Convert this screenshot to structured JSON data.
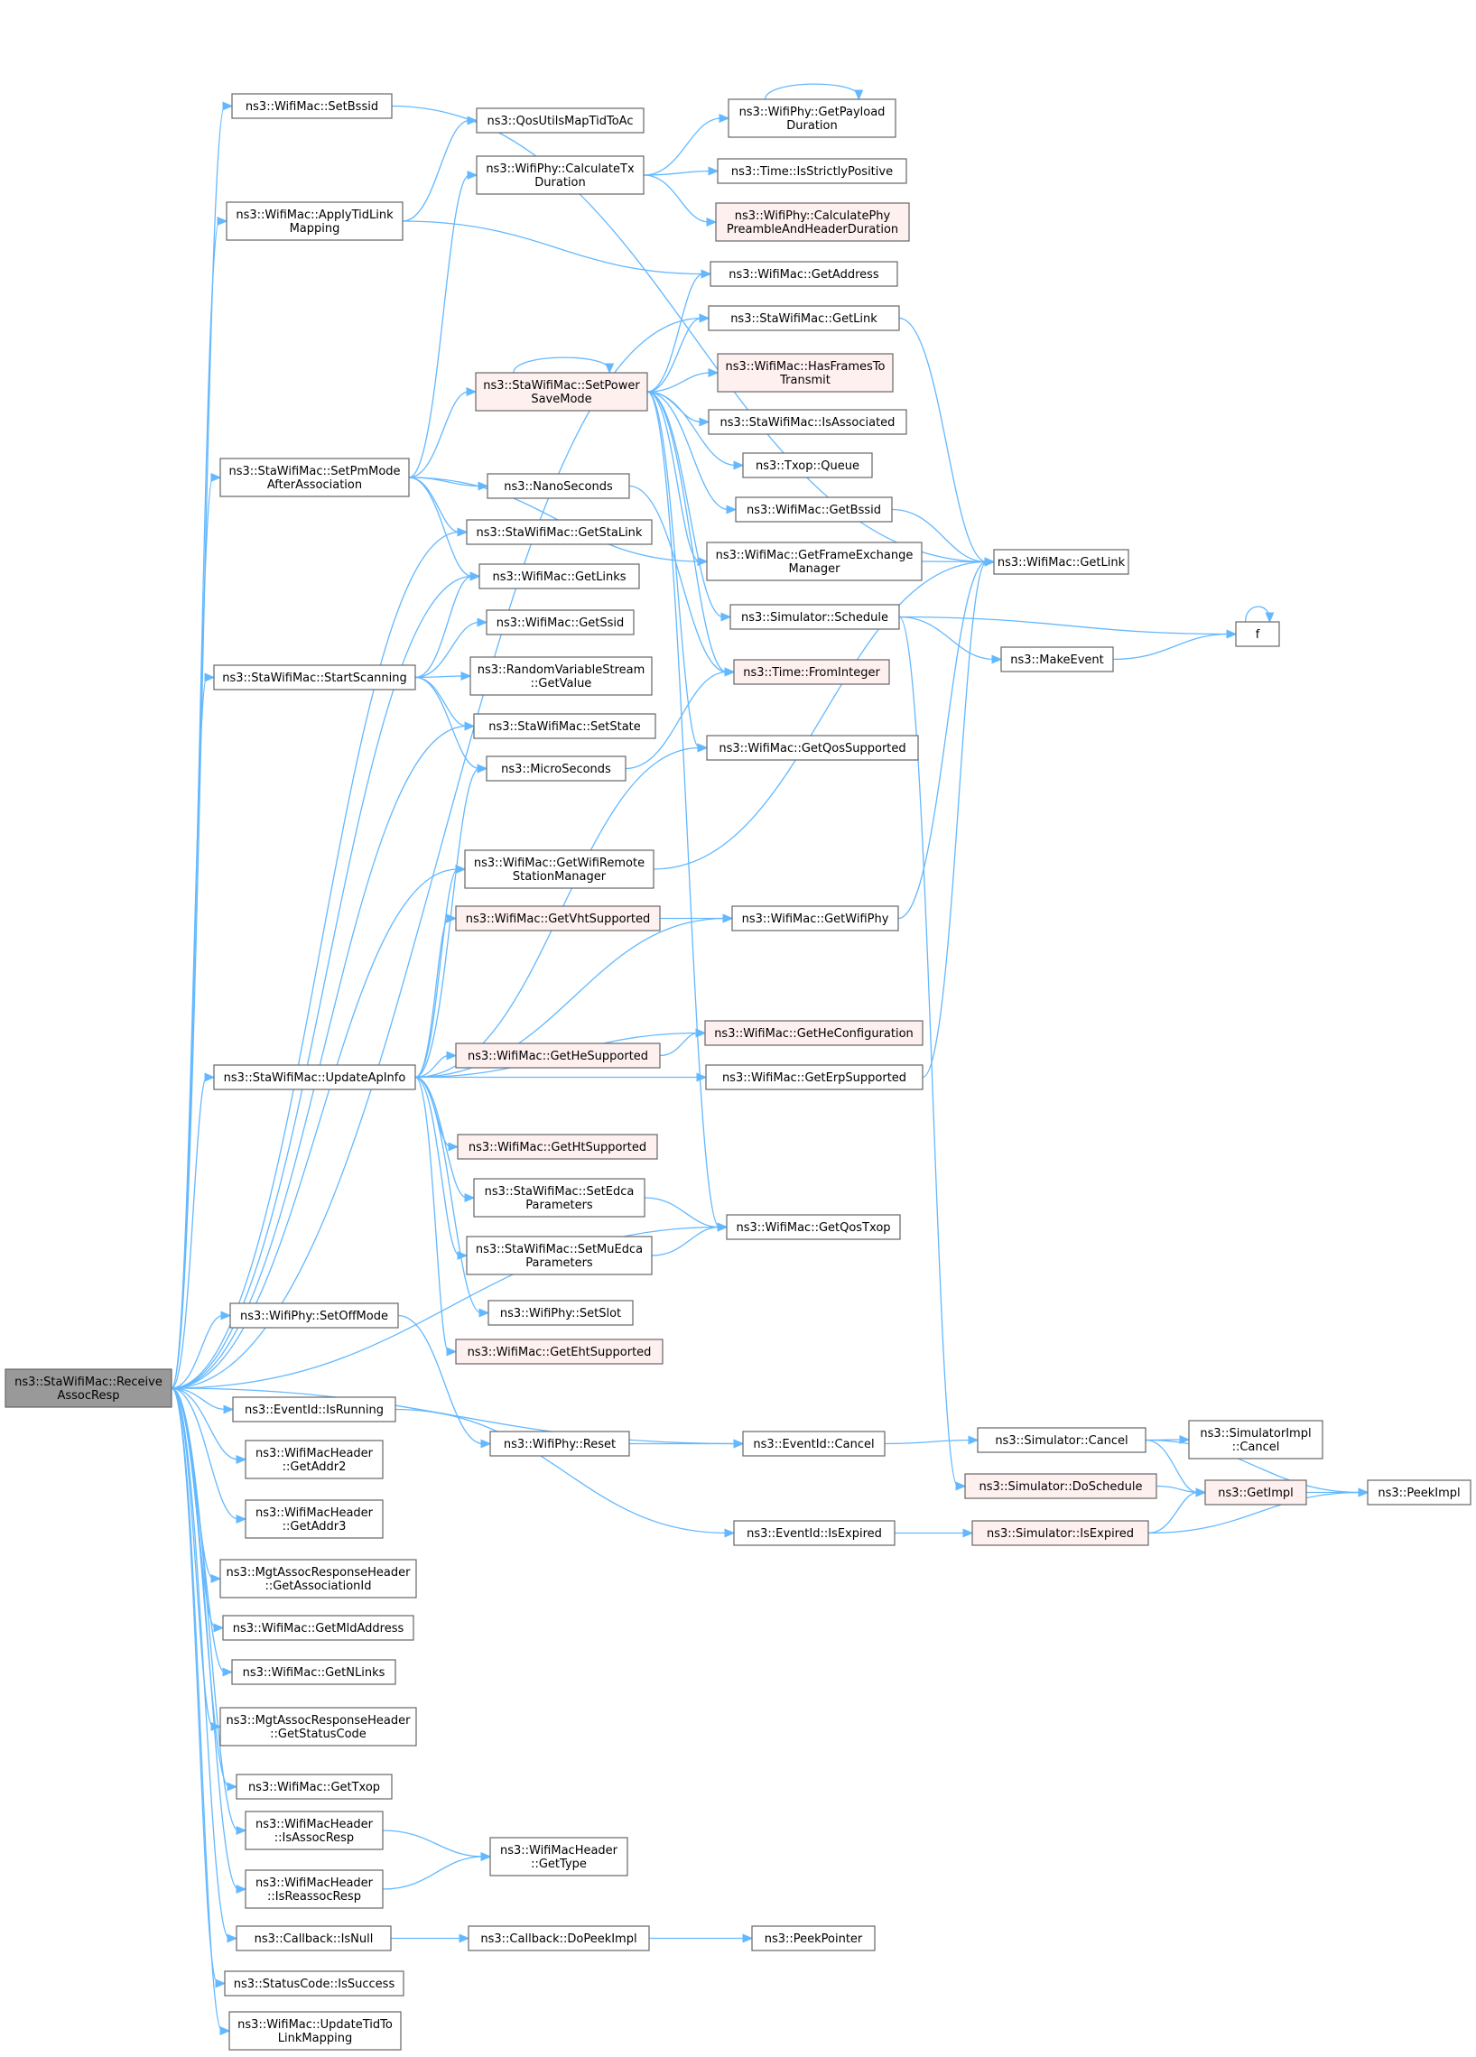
{
  "graph": {
    "colors": {
      "node_fill": "#ffffff",
      "node_border": "#666666",
      "root_fill": "#999999",
      "root_border": "#666666",
      "highlight_border": "#ff0000",
      "highlight_fill": "#fff0f0",
      "edge": "#63b8ff"
    },
    "nodes": [
      {
        "id": "root",
        "lines": [
          "ns3::StaWifiMac::Receive",
          "AssocResp"
        ],
        "style": "root"
      },
      {
        "id": "n_setbssid",
        "lines": [
          "ns3::WifiMac::SetBssid"
        ],
        "style": "normal"
      },
      {
        "id": "n_qosutils",
        "lines": [
          "ns3::QosUtilsMapTidToAc"
        ],
        "style": "normal"
      },
      {
        "id": "n_applytid",
        "lines": [
          "ns3::WifiMac::ApplyTidLink",
          "Mapping"
        ],
        "style": "normal"
      },
      {
        "id": "n_calctx",
        "lines": [
          "ns3::WifiPhy::CalculateTx",
          "Duration"
        ],
        "style": "normal"
      },
      {
        "id": "n_getpayload",
        "lines": [
          "ns3::WifiPhy::GetPayload",
          "Duration"
        ],
        "style": "normal"
      },
      {
        "id": "n_isstrictly",
        "lines": [
          "ns3::Time::IsStrictlyPositive"
        ],
        "style": "normal"
      },
      {
        "id": "n_calcphy",
        "lines": [
          "ns3::WifiPhy::CalculatePhy",
          "PreambleAndHeaderDuration"
        ],
        "style": "red"
      },
      {
        "id": "n_getaddress",
        "lines": [
          "ns3::WifiMac::GetAddress"
        ],
        "style": "normal"
      },
      {
        "id": "n_stagetlink",
        "lines": [
          "ns3::StaWifiMac::GetLink"
        ],
        "style": "normal"
      },
      {
        "id": "n_setpower",
        "lines": [
          "ns3::StaWifiMac::SetPower",
          "SaveMode"
        ],
        "style": "red"
      },
      {
        "id": "n_hasframes",
        "lines": [
          "ns3::WifiMac::HasFramesTo",
          "Transmit"
        ],
        "style": "red"
      },
      {
        "id": "n_isassoc",
        "lines": [
          "ns3::StaWifiMac::IsAssociated"
        ],
        "style": "normal"
      },
      {
        "id": "n_queue",
        "lines": [
          "ns3::Txop::Queue"
        ],
        "style": "normal"
      },
      {
        "id": "n_setpm",
        "lines": [
          "ns3::StaWifiMac::SetPmMode",
          "AfterAssociation"
        ],
        "style": "normal"
      },
      {
        "id": "n_nano",
        "lines": [
          "ns3::NanoSeconds"
        ],
        "style": "normal"
      },
      {
        "id": "n_getbssid",
        "lines": [
          "ns3::WifiMac::GetBssid"
        ],
        "style": "normal"
      },
      {
        "id": "n_getstalink",
        "lines": [
          "ns3::StaWifiMac::GetStaLink"
        ],
        "style": "normal"
      },
      {
        "id": "n_getframe",
        "lines": [
          "ns3::WifiMac::GetFrameExchange",
          "Manager"
        ],
        "style": "normal"
      },
      {
        "id": "n_wmgetlink",
        "lines": [
          "ns3::WifiMac::GetLink"
        ],
        "style": "normal"
      },
      {
        "id": "n_getlinks",
        "lines": [
          "ns3::WifiMac::GetLinks"
        ],
        "style": "normal"
      },
      {
        "id": "n_schedule",
        "lines": [
          "ns3::Simulator::Schedule"
        ],
        "style": "normal"
      },
      {
        "id": "n_f",
        "lines": [
          "f"
        ],
        "style": "normal"
      },
      {
        "id": "n_getssid",
        "lines": [
          "ns3::WifiMac::GetSsid"
        ],
        "style": "normal"
      },
      {
        "id": "n_makeevent",
        "lines": [
          "ns3::MakeEvent"
        ],
        "style": "normal"
      },
      {
        "id": "n_startscan",
        "lines": [
          "ns3::StaWifiMac::StartScanning"
        ],
        "style": "normal"
      },
      {
        "id": "n_randvar",
        "lines": [
          "ns3::RandomVariableStream",
          "::GetValue"
        ],
        "style": "normal"
      },
      {
        "id": "n_frominteger",
        "lines": [
          "ns3::Time::FromInteger"
        ],
        "style": "red"
      },
      {
        "id": "n_setstate",
        "lines": [
          "ns3::StaWifiMac::SetState"
        ],
        "style": "normal"
      },
      {
        "id": "n_getqossupp",
        "lines": [
          "ns3::WifiMac::GetQosSupported"
        ],
        "style": "normal"
      },
      {
        "id": "n_micro",
        "lines": [
          "ns3::MicroSeconds"
        ],
        "style": "normal"
      },
      {
        "id": "n_getwifiremote",
        "lines": [
          "ns3::WifiMac::GetWifiRemote",
          "StationManager"
        ],
        "style": "normal"
      },
      {
        "id": "n_getvht",
        "lines": [
          "ns3::WifiMac::GetVhtSupported"
        ],
        "style": "red"
      },
      {
        "id": "n_getwifiphy",
        "lines": [
          "ns3::WifiMac::GetWifiPhy"
        ],
        "style": "normal"
      },
      {
        "id": "n_gethecfg",
        "lines": [
          "ns3::WifiMac::GetHeConfiguration"
        ],
        "style": "red"
      },
      {
        "id": "n_gethesupp",
        "lines": [
          "ns3::WifiMac::GetHeSupported"
        ],
        "style": "red"
      },
      {
        "id": "n_updateap",
        "lines": [
          "ns3::StaWifiMac::UpdateApInfo"
        ],
        "style": "normal"
      },
      {
        "id": "n_geterp",
        "lines": [
          "ns3::WifiMac::GetErpSupported"
        ],
        "style": "normal"
      },
      {
        "id": "n_getht",
        "lines": [
          "ns3::WifiMac::GetHtSupported"
        ],
        "style": "red"
      },
      {
        "id": "n_setedca",
        "lines": [
          "ns3::StaWifiMac::SetEdca",
          "Parameters"
        ],
        "style": "normal"
      },
      {
        "id": "n_getqostxop",
        "lines": [
          "ns3::WifiMac::GetQosTxop"
        ],
        "style": "normal"
      },
      {
        "id": "n_setmuedca",
        "lines": [
          "ns3::StaWifiMac::SetMuEdca",
          "Parameters"
        ],
        "style": "normal"
      },
      {
        "id": "n_setslot",
        "lines": [
          "ns3::WifiPhy::SetSlot"
        ],
        "style": "normal"
      },
      {
        "id": "n_setoffmode",
        "lines": [
          "ns3::WifiPhy::SetOffMode"
        ],
        "style": "normal"
      },
      {
        "id": "n_geteht",
        "lines": [
          "ns3::WifiMac::GetEhtSupported"
        ],
        "style": "red"
      },
      {
        "id": "n_simcancel",
        "lines": [
          "ns3::Simulator::Cancel"
        ],
        "style": "normal"
      },
      {
        "id": "n_simimplcancel",
        "lines": [
          "ns3::SimulatorImpl",
          "::Cancel"
        ],
        "style": "normal"
      },
      {
        "id": "n_evisrunning",
        "lines": [
          "ns3::EventId::IsRunning"
        ],
        "style": "normal"
      },
      {
        "id": "n_phyreset",
        "lines": [
          "ns3::WifiPhy::Reset"
        ],
        "style": "normal"
      },
      {
        "id": "n_evcancel",
        "lines": [
          "ns3::EventId::Cancel"
        ],
        "style": "normal"
      },
      {
        "id": "n_doschedule",
        "lines": [
          "ns3::Simulator::DoSchedule"
        ],
        "style": "red"
      },
      {
        "id": "n_getimpl",
        "lines": [
          "ns3::GetImpl"
        ],
        "style": "red"
      },
      {
        "id": "n_peekimpl",
        "lines": [
          "ns3::PeekImpl"
        ],
        "style": "normal"
      },
      {
        "id": "n_getaddr2",
        "lines": [
          "ns3::WifiMacHeader",
          "::GetAddr2"
        ],
        "style": "normal"
      },
      {
        "id": "n_getaddr3",
        "lines": [
          "ns3::WifiMacHeader",
          "::GetAddr3"
        ],
        "style": "normal"
      },
      {
        "id": "n_evisexpired",
        "lines": [
          "ns3::EventId::IsExpired"
        ],
        "style": "normal"
      },
      {
        "id": "n_simisexpired",
        "lines": [
          "ns3::Simulator::IsExpired"
        ],
        "style": "red"
      },
      {
        "id": "n_getassocid",
        "lines": [
          "ns3::MgtAssocResponseHeader",
          "::GetAssociationId"
        ],
        "style": "normal"
      },
      {
        "id": "n_getmld",
        "lines": [
          "ns3::WifiMac::GetMldAddress"
        ],
        "style": "normal"
      },
      {
        "id": "n_getnlinks",
        "lines": [
          "ns3::WifiMac::GetNLinks"
        ],
        "style": "normal"
      },
      {
        "id": "n_getstatus",
        "lines": [
          "ns3::MgtAssocResponseHeader",
          "::GetStatusCode"
        ],
        "style": "normal"
      },
      {
        "id": "n_gettxop",
        "lines": [
          "ns3::WifiMac::GetTxop"
        ],
        "style": "normal"
      },
      {
        "id": "n_isassocresp",
        "lines": [
          "ns3::WifiMacHeader",
          "::IsAssocResp"
        ],
        "style": "normal"
      },
      {
        "id": "n_gettype",
        "lines": [
          "ns3::WifiMacHeader",
          "::GetType"
        ],
        "style": "normal"
      },
      {
        "id": "n_isreassoc",
        "lines": [
          "ns3::WifiMacHeader",
          "::IsReassocResp"
        ],
        "style": "normal"
      },
      {
        "id": "n_cbisnull",
        "lines": [
          "ns3::Callback::IsNull"
        ],
        "style": "normal"
      },
      {
        "id": "n_cbdopeek",
        "lines": [
          "ns3::Callback::DoPeekImpl"
        ],
        "style": "normal"
      },
      {
        "id": "n_peekptr",
        "lines": [
          "ns3::PeekPointer"
        ],
        "style": "normal"
      },
      {
        "id": "n_issuccess",
        "lines": [
          "ns3::StatusCode::IsSuccess"
        ],
        "style": "normal"
      },
      {
        "id": "n_updatetid",
        "lines": [
          "ns3::WifiMac::UpdateTidTo",
          "LinkMapping"
        ],
        "style": "normal"
      }
    ],
    "edges": [
      [
        "root",
        "n_setbssid"
      ],
      [
        "root",
        "n_applytid"
      ],
      [
        "root",
        "n_stagetlink"
      ],
      [
        "root",
        "n_setpm"
      ],
      [
        "root",
        "n_getstalink"
      ],
      [
        "root",
        "n_getlinks"
      ],
      [
        "root",
        "n_startscan"
      ],
      [
        "root",
        "n_setstate"
      ],
      [
        "root",
        "n_getwifiremote"
      ],
      [
        "root",
        "n_updateap"
      ],
      [
        "root",
        "n_setoffmode"
      ],
      [
        "root",
        "n_getqostxop"
      ],
      [
        "root",
        "n_evisrunning"
      ],
      [
        "root",
        "n_evcancel"
      ],
      [
        "root",
        "n_getaddr2"
      ],
      [
        "root",
        "n_getaddr3"
      ],
      [
        "root",
        "n_getassocid"
      ],
      [
        "root",
        "n_getmld"
      ],
      [
        "root",
        "n_getnlinks"
      ],
      [
        "root",
        "n_getstatus"
      ],
      [
        "root",
        "n_gettxop"
      ],
      [
        "root",
        "n_isassocresp"
      ],
      [
        "root",
        "n_isreassoc"
      ],
      [
        "root",
        "n_cbisnull"
      ],
      [
        "root",
        "n_issuccess"
      ],
      [
        "root",
        "n_updatetid"
      ],
      [
        "n_setbssid",
        "n_wmgetlink"
      ],
      [
        "n_applytid",
        "n_qosutils"
      ],
      [
        "n_applytid",
        "n_getaddress"
      ],
      [
        "n_calctx",
        "n_getpayload"
      ],
      [
        "n_calctx",
        "n_isstrictly"
      ],
      [
        "n_calctx",
        "n_calcphy"
      ],
      [
        "n_getpayload",
        "n_getpayload"
      ],
      [
        "n_stagetlink",
        "n_wmgetlink"
      ],
      [
        "n_setpm",
        "n_calctx"
      ],
      [
        "n_setpm",
        "n_setpower"
      ],
      [
        "n_setpm",
        "n_nano"
      ],
      [
        "n_setpm",
        "n_getstalink"
      ],
      [
        "n_setpm",
        "n_getlinks"
      ],
      [
        "n_setpm",
        "n_getframe"
      ],
      [
        "n_setpower",
        "n_setpower"
      ],
      [
        "n_setpower",
        "n_getaddress"
      ],
      [
        "n_setpower",
        "n_stagetlink"
      ],
      [
        "n_setpower",
        "n_hasframes"
      ],
      [
        "n_setpower",
        "n_isassoc"
      ],
      [
        "n_setpower",
        "n_queue"
      ],
      [
        "n_setpower",
        "n_getbssid"
      ],
      [
        "n_setpower",
        "n_getframe"
      ],
      [
        "n_setpower",
        "n_schedule"
      ],
      [
        "n_setpower",
        "n_frominteger"
      ],
      [
        "n_setpower",
        "n_getqossupp"
      ],
      [
        "n_setpower",
        "n_getqostxop"
      ],
      [
        "n_nano",
        "n_frominteger"
      ],
      [
        "n_getbssid",
        "n_wmgetlink"
      ],
      [
        "n_getframe",
        "n_wmgetlink"
      ],
      [
        "n_schedule",
        "n_f"
      ],
      [
        "n_schedule",
        "n_makeevent"
      ],
      [
        "n_schedule",
        "n_doschedule"
      ],
      [
        "n_f",
        "n_f"
      ],
      [
        "n_makeevent",
        "n_f"
      ],
      [
        "n_startscan",
        "n_getlinks"
      ],
      [
        "n_startscan",
        "n_getssid"
      ],
      [
        "n_startscan",
        "n_randvar"
      ],
      [
        "n_startscan",
        "n_setstate"
      ],
      [
        "n_startscan",
        "n_micro"
      ],
      [
        "n_micro",
        "n_frominteger"
      ],
      [
        "n_getwifiremote",
        "n_wmgetlink"
      ],
      [
        "n_getvht",
        "n_getwifiphy"
      ],
      [
        "n_getwifiphy",
        "n_wmgetlink"
      ],
      [
        "n_geterp",
        "n_wmgetlink"
      ],
      [
        "n_gethesupp",
        "n_gethecfg"
      ],
      [
        "n_updateap",
        "n_micro"
      ],
      [
        "n_updateap",
        "n_getqossupp"
      ],
      [
        "n_updateap",
        "n_getwifiremote"
      ],
      [
        "n_updateap",
        "n_getvht"
      ],
      [
        "n_updateap",
        "n_getwifiphy"
      ],
      [
        "n_updateap",
        "n_gethecfg"
      ],
      [
        "n_updateap",
        "n_gethesupp"
      ],
      [
        "n_updateap",
        "n_geterp"
      ],
      [
        "n_updateap",
        "n_getht"
      ],
      [
        "n_updateap",
        "n_setedca"
      ],
      [
        "n_updateap",
        "n_setmuedca"
      ],
      [
        "n_updateap",
        "n_setslot"
      ],
      [
        "n_updateap",
        "n_geteht"
      ],
      [
        "n_setedca",
        "n_getqostxop"
      ],
      [
        "n_setmuedca",
        "n_getqostxop"
      ],
      [
        "n_setoffmode",
        "n_phyreset"
      ],
      [
        "n_phyreset",
        "n_evcancel"
      ],
      [
        "n_evcancel",
        "n_simcancel"
      ],
      [
        "n_simcancel",
        "n_simimplcancel"
      ],
      [
        "n_simcancel",
        "n_getimpl"
      ],
      [
        "n_simcancel",
        "n_peekimpl"
      ],
      [
        "n_doschedule",
        "n_getimpl"
      ],
      [
        "n_getimpl",
        "n_peekimpl"
      ],
      [
        "n_evisrunning",
        "n_evisexpired"
      ],
      [
        "n_evisexpired",
        "n_simisexpired"
      ],
      [
        "n_simisexpired",
        "n_getimpl"
      ],
      [
        "n_simisexpired",
        "n_peekimpl"
      ],
      [
        "n_isassocresp",
        "n_gettype"
      ],
      [
        "n_isreassoc",
        "n_gettype"
      ],
      [
        "n_cbisnull",
        "n_cbdopeek"
      ],
      [
        "n_cbdopeek",
        "n_peekptr"
      ]
    ]
  }
}
